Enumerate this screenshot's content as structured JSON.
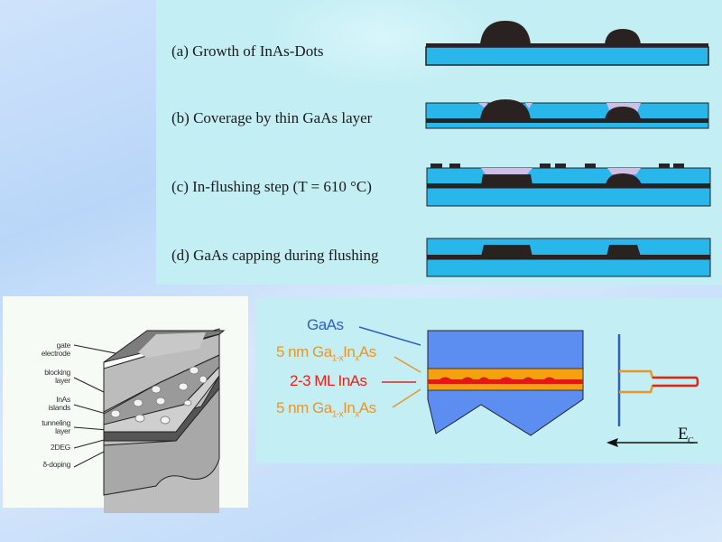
{
  "process_steps": [
    {
      "label": "(a)  Growth of InAs-Dots"
    },
    {
      "label": "(b)  Coverage by thin GaAs layer"
    },
    {
      "label": "(c)  In-flushing step (T = 610 °C)"
    },
    {
      "label": "(d)  GaAs capping during flushing"
    }
  ],
  "device_schematic": {
    "labels": [
      {
        "line1": "gate",
        "line2": "electrode"
      },
      {
        "line1": "blocking",
        "line2": "layer"
      },
      {
        "line1": "InAs",
        "line2": "islands"
      },
      {
        "line1": "tunneling",
        "line2": "layer"
      },
      {
        "line1": "2DEG",
        "line2": ""
      },
      {
        "line1": "δ-doping",
        "line2": ""
      }
    ]
  },
  "layer_structure": {
    "gaas": "GaAs",
    "gainas_top": {
      "prefix": "5 nm Ga",
      "sub1": "1-x",
      "mid": "In",
      "sub2": "x",
      "suffix": "As"
    },
    "inas": "2-3 ML InAs",
    "gainas_bottom": {
      "prefix": "5 nm Ga",
      "sub1": "1-x",
      "mid": "In",
      "sub2": "x",
      "suffix": "As"
    },
    "ec_label": {
      "main": "E",
      "sub": "C"
    }
  },
  "colors": {
    "substrate_blue": "#29b6ea",
    "dot_dark": "#2a2220",
    "gaas_blue": "#5b8ef0",
    "gainas_orange": "#f5a00f",
    "inas_red": "#e01a12",
    "label_blue": "#2f5fc0",
    "label_orange": "#e8962a",
    "label_red": "#e0261c"
  }
}
